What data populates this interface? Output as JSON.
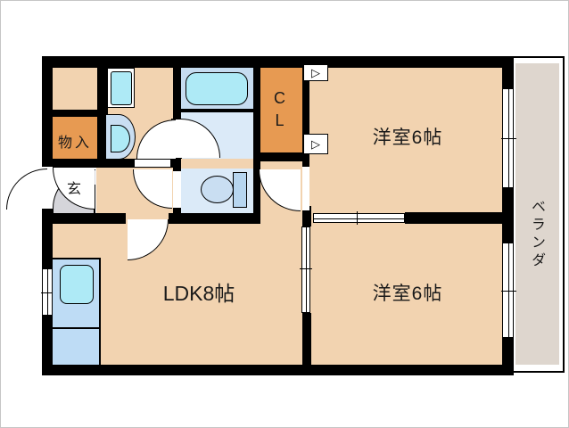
{
  "floorplan": {
    "title": "apartment-floorplan",
    "rooms": {
      "bedroom_top": {
        "label": "洋室6帖"
      },
      "bedroom_bottom": {
        "label": "洋室6帖"
      },
      "ldk": {
        "label": "LDK8帖"
      },
      "closet": {
        "label": "CL"
      },
      "storage": {
        "label": "物入"
      },
      "entrance": {
        "label": "玄"
      },
      "veranda": {
        "label": "ベランダ"
      }
    },
    "fixtures": [
      "bathtub",
      "washbasin",
      "washing-machine",
      "toilet",
      "kitchen-sink",
      "door-swing-arcs",
      "sliding-windows",
      "folding-door-markers"
    ],
    "colors": {
      "wall": "#000000",
      "room_beige": "#f2d3b0",
      "accent_orange": "#e79a52",
      "water_floor": "#dbeaf8",
      "tub_area": "#c6dcf0",
      "fixture_blue": "#c9def2",
      "tank_blue": "#b7d6f0",
      "cyan": "#aeeaf6",
      "kitchen_blue": "#bedcf5",
      "entrance_gray": "#d5d5da",
      "veranda_gray": "#ded6ce"
    }
  }
}
